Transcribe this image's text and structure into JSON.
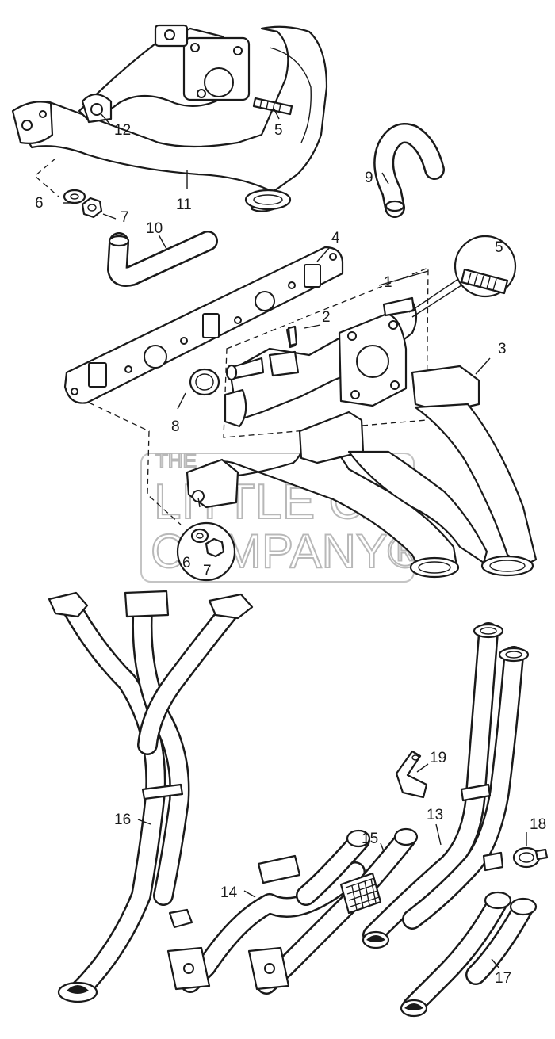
{
  "watermark": {
    "line1": "THE",
    "line2": "LITTLE CAR",
    "line3": "COMPANY®"
  },
  "callouts": {
    "c1": "1",
    "c2": "2",
    "c3": "3",
    "c4": "4",
    "c5a": "5",
    "c5b": "5",
    "c6a": "6",
    "c6b": "6",
    "c7a": "7",
    "c7b": "7",
    "c8": "8",
    "c9": "9",
    "c10": "10",
    "c11": "11",
    "c12": "12",
    "c13": "13",
    "c14": "14",
    "c15": "15",
    "c16": "16",
    "c17": "17",
    "c18": "18",
    "c19": "19"
  }
}
